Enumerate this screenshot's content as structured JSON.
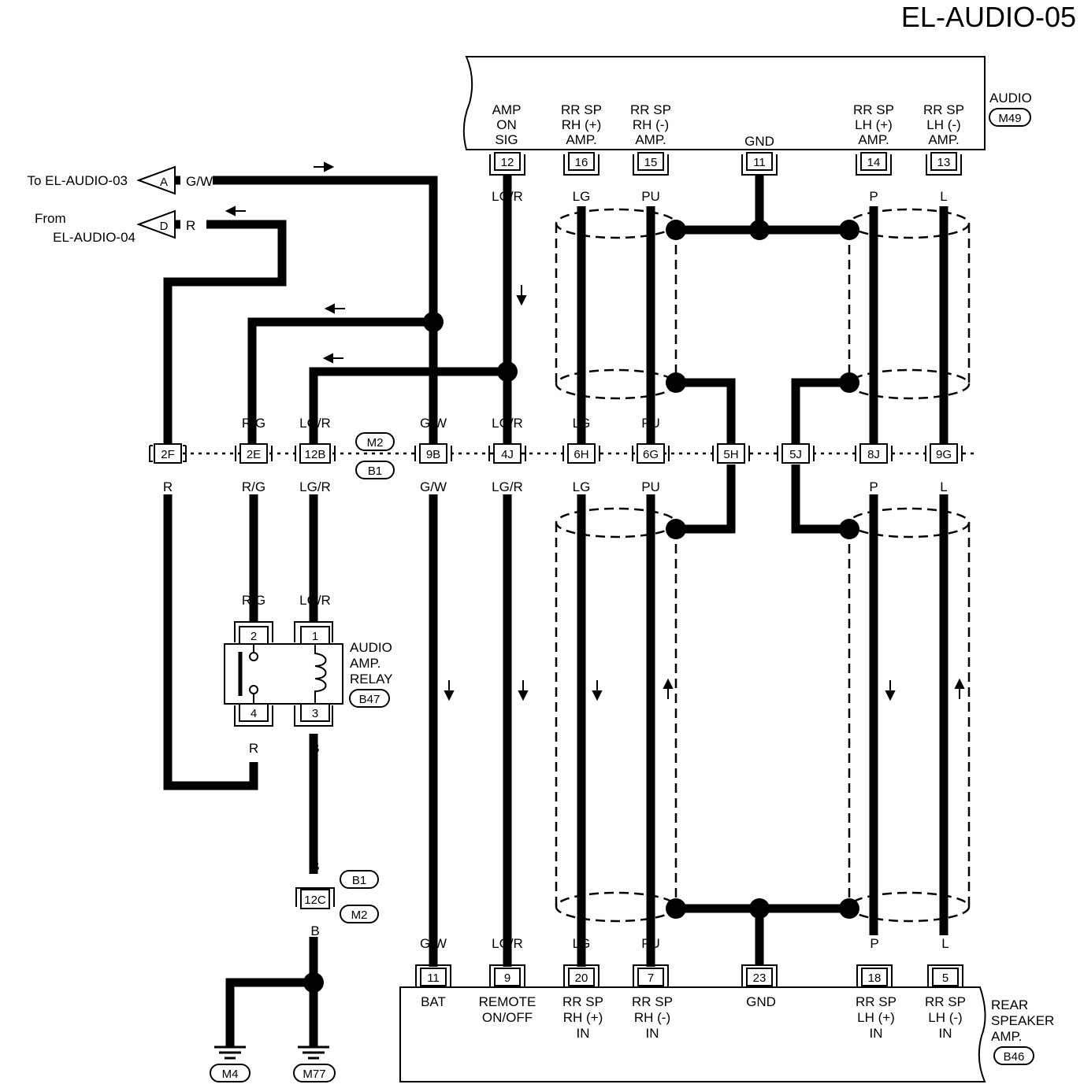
{
  "title": "EL-AUDIO-05",
  "audio_unit": {
    "name": "AUDIO",
    "connector": "M49",
    "terminals": [
      {
        "pin": "12",
        "label": [
          "AMP",
          "ON",
          "SIG"
        ],
        "wire": "LG/R"
      },
      {
        "pin": "16",
        "label": [
          "RR SP",
          "RH (+)",
          "AMP."
        ],
        "wire": "LG"
      },
      {
        "pin": "15",
        "label": [
          "RR SP",
          "RH (-)",
          "AMP."
        ],
        "wire": "PU"
      },
      {
        "pin": "11",
        "label": [
          "GND"
        ],
        "wire": ""
      },
      {
        "pin": "14",
        "label": [
          "RR SP",
          "LH (+)",
          "AMP."
        ],
        "wire": "P"
      },
      {
        "pin": "13",
        "label": [
          "RR SP",
          "LH (-)",
          "AMP."
        ],
        "wire": "L"
      }
    ]
  },
  "offpage": {
    "to": {
      "text": "To EL-AUDIO-03",
      "letter": "A",
      "wire": "G/W"
    },
    "from": {
      "text1": "From",
      "text2": "EL-AUDIO-04",
      "letter": "D",
      "wire": "R"
    }
  },
  "joint_connector": {
    "top": "M2",
    "bottom": "B1",
    "pins": [
      {
        "pin": "2F",
        "top": "R",
        "bottom": "R"
      },
      {
        "pin": "2E",
        "top": "R/G",
        "bottom": "R/G"
      },
      {
        "pin": "12B",
        "top": "LG/R",
        "bottom": "LG/R"
      },
      {
        "pin": "9B",
        "top": "G/W",
        "bottom": "G/W"
      },
      {
        "pin": "4J",
        "top": "LG/R",
        "bottom": "LG/R"
      },
      {
        "pin": "6H",
        "top": "LG",
        "bottom": "LG"
      },
      {
        "pin": "6G",
        "top": "PU",
        "bottom": "PU"
      },
      {
        "pin": "5H",
        "top": "",
        "bottom": ""
      },
      {
        "pin": "5J",
        "top": "",
        "bottom": ""
      },
      {
        "pin": "8J",
        "top": "P",
        "bottom": "P"
      },
      {
        "pin": "9G",
        "top": "L",
        "bottom": "L"
      }
    ]
  },
  "relay": {
    "name": [
      "AUDIO",
      "AMP.",
      "RELAY"
    ],
    "connector": "B47",
    "pins": {
      "p2": "2",
      "p1": "1",
      "p4": "4",
      "p3": "3"
    },
    "wires": {
      "p2": "R/G",
      "p1": "LG/R",
      "p4": "R",
      "p3": "B"
    }
  },
  "ground_joint": {
    "pin": "12C",
    "top": "B1",
    "bottom": "M2",
    "wire_top": "B",
    "wire_bottom": "B",
    "grounds": [
      {
        "name": "M4",
        "wire": "B"
      },
      {
        "name": "M77",
        "wire": "B"
      }
    ]
  },
  "rear_amp": {
    "name": [
      "REAR",
      "SPEAKER",
      "AMP."
    ],
    "connector": "B46",
    "terminals": [
      {
        "pin": "11",
        "label": [
          "BAT"
        ],
        "wire": "G/W"
      },
      {
        "pin": "9",
        "label": [
          "REMOTE",
          "ON/OFF"
        ],
        "wire": "LG/R"
      },
      {
        "pin": "20",
        "label": [
          "RR SP",
          "RH (+)",
          "IN"
        ],
        "wire": "LG"
      },
      {
        "pin": "7",
        "label": [
          "RR SP",
          "RH (-)",
          "IN"
        ],
        "wire": "PU"
      },
      {
        "pin": "23",
        "label": [
          "GND"
        ],
        "wire": ""
      },
      {
        "pin": "18",
        "label": [
          "RR SP",
          "LH (+)",
          "IN"
        ],
        "wire": "P"
      },
      {
        "pin": "5",
        "label": [
          "RR SP",
          "LH (-)",
          "IN"
        ],
        "wire": "L"
      }
    ]
  }
}
